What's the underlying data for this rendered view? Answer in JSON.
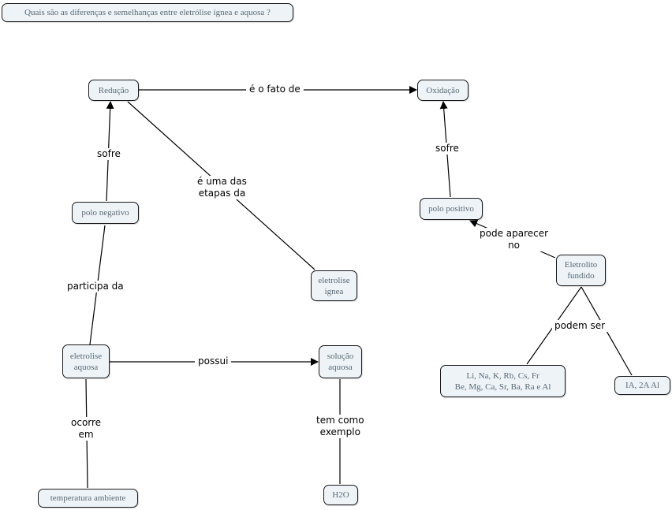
{
  "question": "Quais são as diferenças e semelhanças entre eletrólise ígnea e aquosa ?",
  "nodes": {
    "reducao": "Redução",
    "oxidacao": "Oxidação",
    "polo_negativo": "polo negativo",
    "polo_positivo": "polo positivo",
    "eletrolise_ignea": [
      "eletrolise",
      "ignea"
    ],
    "eletrolito_fundido": [
      "Eletrolito",
      "fundido"
    ],
    "eletrolise_aquosa": [
      "eletrolise",
      "aquosa"
    ],
    "solucao_aquosa": [
      "solução",
      "aquosa"
    ],
    "metais": [
      "Li, Na, K, Rb, Cs, Fr",
      "Be, Mg, Ca, Sr, Ba, Ra e Al"
    ],
    "grupos": "IA, 2A Al",
    "temperatura": "temperatura ambiente",
    "h2o": "H2O"
  },
  "links": {
    "e_o_fato_de": "é o fato de",
    "sofre_1": "sofre",
    "sofre_2": "sofre",
    "uma_das_etapas": [
      "é uma das",
      "etapas da"
    ],
    "pode_aparecer": [
      "pode aparecer",
      "no"
    ],
    "participa_da": "participa da",
    "podem_ser": "podem ser",
    "possui": "possui",
    "ocorre_em": [
      "ocorre",
      "em"
    ],
    "tem_como_exemplo": [
      "tem como",
      "exemplo"
    ]
  }
}
